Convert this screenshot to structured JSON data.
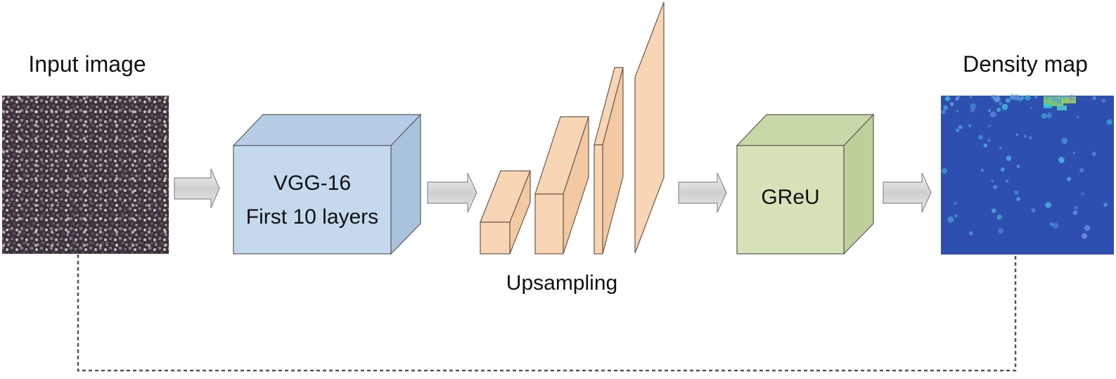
{
  "title": "Crowd counting network architecture",
  "nodes": {
    "input": {
      "label": "Input image",
      "kind": "crowd-photo"
    },
    "vgg": {
      "line1": "VGG-16",
      "line2": "First 10 layers",
      "color": "#c5d9ee"
    },
    "upsampling": {
      "label": "Upsampling",
      "color": "#f8d5b5",
      "stages": 4
    },
    "greu": {
      "label": "GReU",
      "color": "#d6e3b8"
    },
    "output": {
      "label": "Density map",
      "kind": "heatmap",
      "base_color": "#2f4fb0"
    }
  },
  "edges": [
    {
      "from": "input",
      "to": "vgg",
      "style": "block-arrow"
    },
    {
      "from": "vgg",
      "to": "upsampling",
      "style": "block-arrow"
    },
    {
      "from": "upsampling",
      "to": "greu",
      "style": "block-arrow"
    },
    {
      "from": "greu",
      "to": "output",
      "style": "block-arrow"
    },
    {
      "from": "input",
      "to": "output",
      "style": "dashed-skip"
    }
  ],
  "colors": {
    "arrow_fill": "#d9d9d9",
    "arrow_stroke": "#8c8c8c",
    "outline": "#5a5a5a"
  }
}
